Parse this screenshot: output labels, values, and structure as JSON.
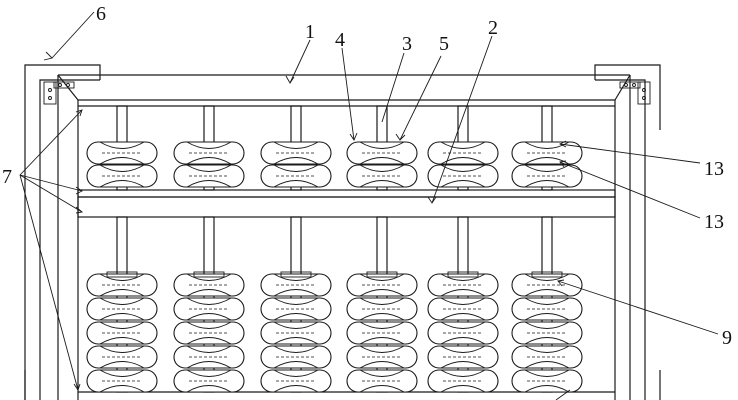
{
  "labels": {
    "l1": "1",
    "l2": "2",
    "l3": "3",
    "l4": "4",
    "l5": "5",
    "l6": "6",
    "l7": "7",
    "l9": "9",
    "l13a": "13",
    "l13b": "13"
  },
  "colors": {
    "line": "#1a1a1a",
    "background": "#ffffff"
  }
}
